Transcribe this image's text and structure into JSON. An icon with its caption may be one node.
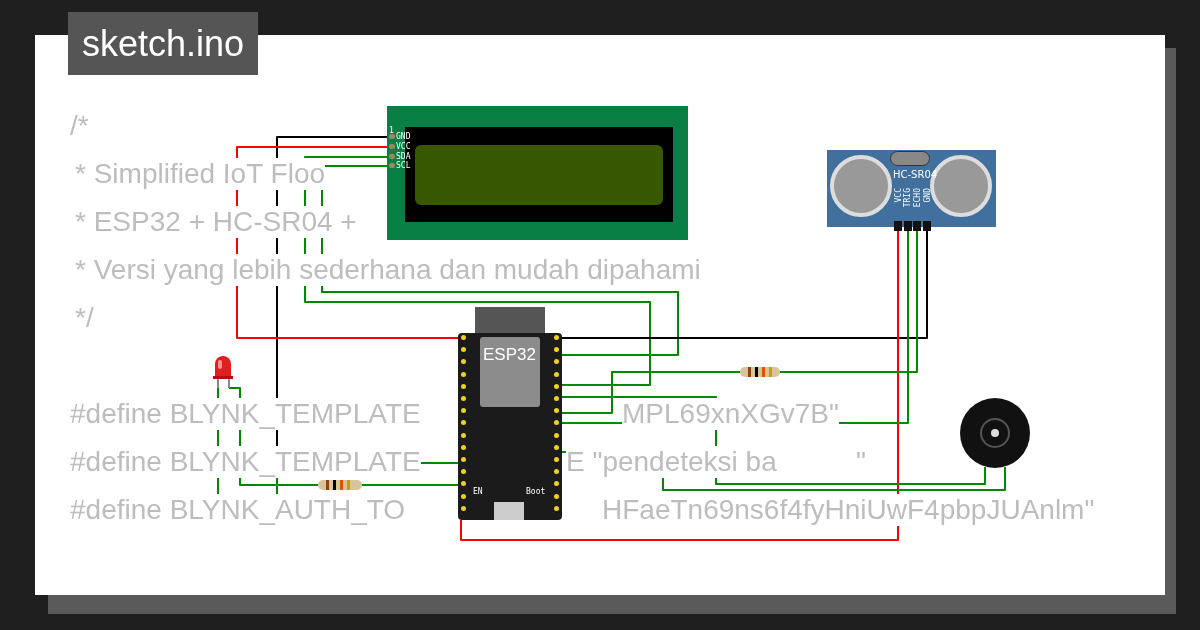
{
  "diagram": {
    "title": "sketch.ino",
    "nodes": [
      {
        "text": [
          "ESP32",
          "EN",
          "Boot"
        ]
      },
      {
        "text": [
          "1",
          "GND",
          "VCC",
          "SDA",
          "SCL"
        ]
      },
      {
        "text": [
          "HC-SR04",
          "VCC",
          "TRIG",
          "ECHO",
          "GND"
        ]
      },
      {
        "text": [],
        "shape": "picture"
      },
      {
        "text": [],
        "shape": "picture"
      },
      {
        "text": [],
        "shape": "picture"
      },
      {
        "text": [],
        "shape": "picture"
      }
    ],
    "edges": [
      {
        "from": 1,
        "to": 0,
        "arrow": "none",
        "color": "#000000"
      },
      {
        "from": 1,
        "to": 0,
        "arrow": "none",
        "color": "#ff0000"
      },
      {
        "from": 1,
        "to": 0,
        "arrow": "none"
      },
      {
        "from": 1,
        "to": 0,
        "arrow": "none"
      },
      {
        "from": 2,
        "to": 0,
        "arrow": "none",
        "color": "#000000"
      },
      {
        "from": 2,
        "to": 0,
        "arrow": "none",
        "color": "#ff0000"
      },
      {
        "from": 2,
        "to": 0,
        "arrow": "none"
      },
      {
        "from": 2,
        "to": 5,
        "arrow": "none"
      },
      {
        "from": 5,
        "to": 0,
        "arrow": "none"
      },
      {
        "from": 3,
        "to": 0,
        "arrow": "none"
      },
      {
        "from": 3,
        "to": 4,
        "arrow": "none"
      },
      {
        "from": 4,
        "to": 0,
        "arrow": "none"
      },
      {
        "from": 0,
        "to": 6,
        "arrow": "none"
      },
      {
        "from": 0,
        "to": 6,
        "arrow": "none"
      }
    ],
    "labels": [
      "/*",
      "* Simplified IoT Floo",
      "* ESP32 + HC-SR04 +",
      "* Versi yang lebih sederhana dan mudah dipahami",
      "*/",
      "#define BLYNK_TEMPLATE",
      "MPL69xnXGv7B\"",
      "#define BLYNK_TEMPLATE",
      "E \"pendeteksi ba",
      "\"",
      "#define BLYNK_AUTH_TO",
      "HFaeTn69ns6f4fyHniUwF4pbpJUAnlm\""
    ]
  }
}
